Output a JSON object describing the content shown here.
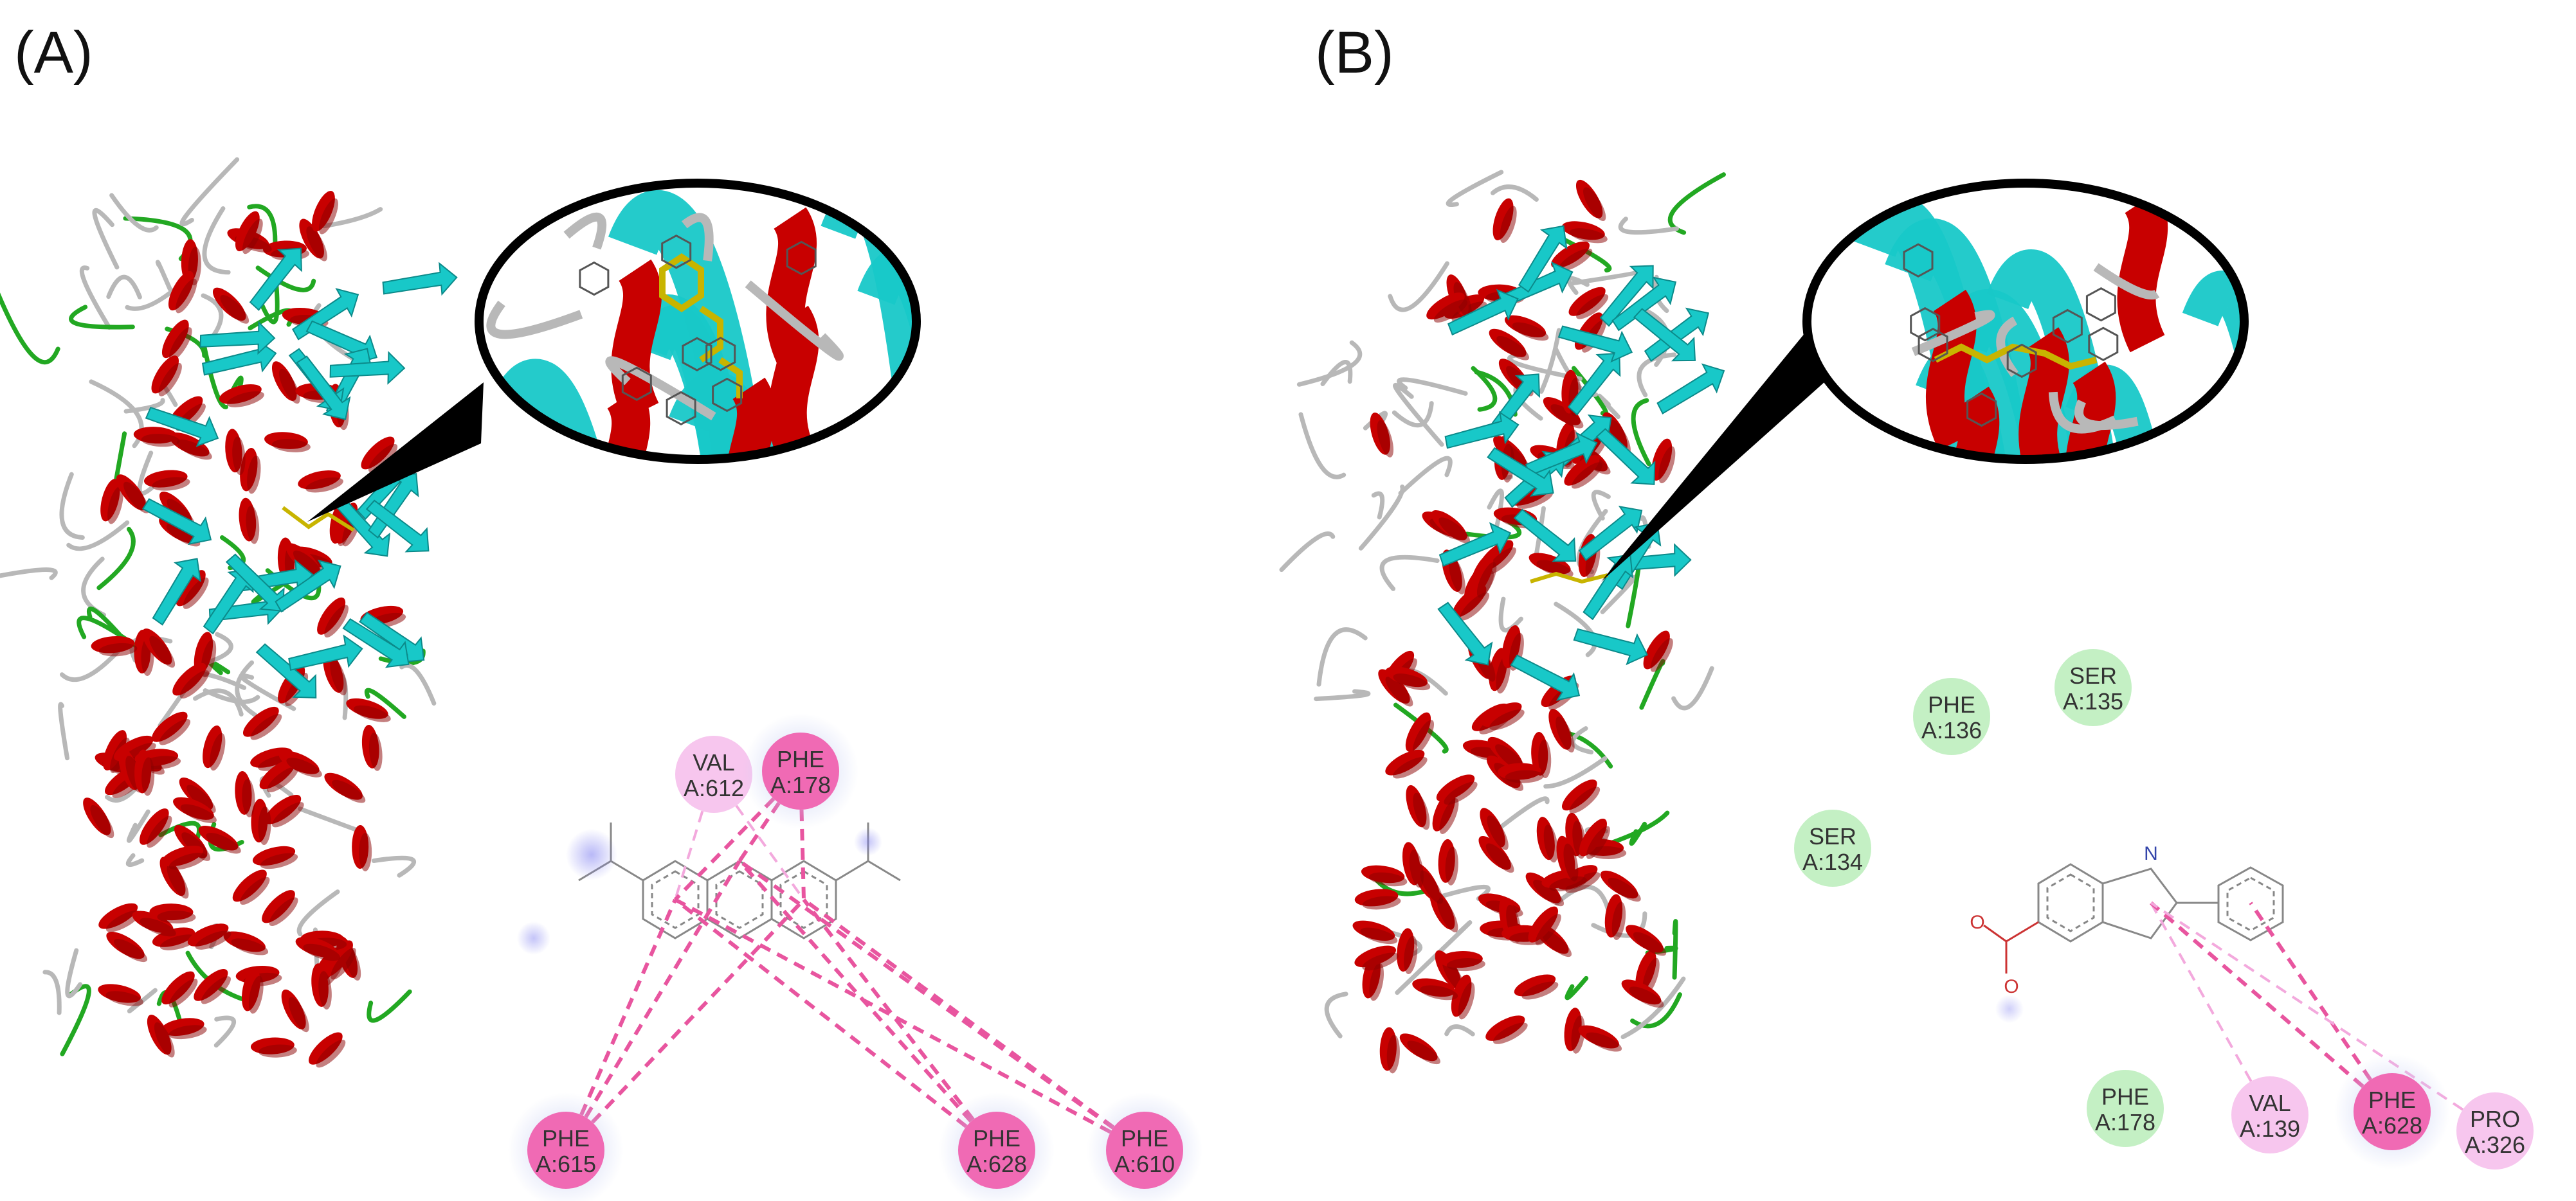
{
  "panels": [
    {
      "label": "(A)",
      "interactions": [
        {
          "name": "VAL",
          "id": "A:612",
          "type": "pi-alkyl"
        },
        {
          "name": "PHE",
          "id": "A:178",
          "type": "pi-pi"
        },
        {
          "name": "PHE",
          "id": "A:615",
          "type": "pi-pi"
        },
        {
          "name": "PHE",
          "id": "A:628",
          "type": "pi-pi"
        },
        {
          "name": "PHE",
          "id": "A:610",
          "type": "pi-pi"
        }
      ]
    },
    {
      "label": "(B)",
      "interactions": [
        {
          "name": "PHE",
          "id": "A:136",
          "type": "van-der-waals"
        },
        {
          "name": "SER",
          "id": "A:135",
          "type": "van-der-waals"
        },
        {
          "name": "SER",
          "id": "A:134",
          "type": "van-der-waals"
        },
        {
          "name": "PHE",
          "id": "A:178",
          "type": "van-der-waals"
        },
        {
          "name": "VAL",
          "id": "A:139",
          "type": "pi-alkyl"
        },
        {
          "name": "PHE",
          "id": "A:628",
          "type": "pi-pi"
        },
        {
          "name": "PRO",
          "id": "A:326",
          "type": "pi-alkyl"
        }
      ]
    }
  ],
  "colors": {
    "helix": "#c80000",
    "sheet": "#18c8c8",
    "turn": "#22a822",
    "coil": "#b8b8b8",
    "ligand": "#c8b400",
    "pi_pi": "#f06ab4",
    "pi_alkyl": "#f7c6ee",
    "van_der_waals": "#c4f0c4",
    "bond_line": "#e8559f"
  }
}
